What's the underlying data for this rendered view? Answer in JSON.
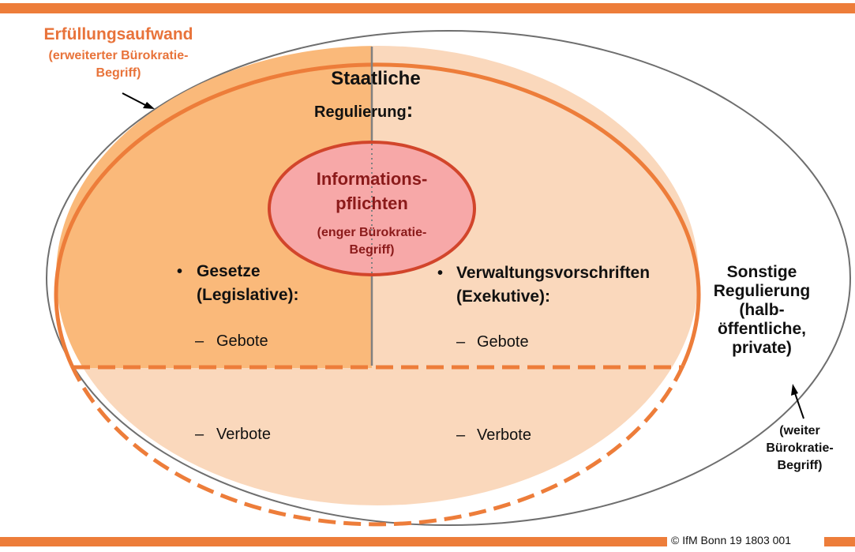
{
  "colors": {
    "accent_orange": "#ED7D3A",
    "legislative_fill": "#FAB97A",
    "executive_fill": "#FAD8BC",
    "lower_fill": "#FAD8BC",
    "info_fill": "#F7A8A8",
    "info_stroke": "#D2452B",
    "info_text": "#8B1A1A",
    "divider": "#808080"
  },
  "outer_label": {
    "title": "Erfüllungsaufwand",
    "subtitle_line1": "(erweiterter Bürokratie-",
    "subtitle_line2": "Begriff)"
  },
  "state_label": {
    "line1": "Staatliche",
    "line2": "Regulierung",
    "colon": ":"
  },
  "info_label": {
    "line1": "Informations-",
    "line2": "pflichten",
    "sub1": "(enger Bürokratie-",
    "sub2": "Begriff)"
  },
  "legislative": {
    "bullet": "•",
    "line1": "Gesetze",
    "line2": "(Legislative):",
    "dash1": "–",
    "item1": "Gebote",
    "dash2": "–",
    "item2": "Verbote"
  },
  "executive": {
    "bullet": "•",
    "line1": "Verwaltungsvorschriften",
    "line2": "(Exekutive):",
    "dash1": "–",
    "item1": "Gebote",
    "dash2": "–",
    "item2": "Verbote"
  },
  "other_label": {
    "line1": "Sonstige",
    "line2": "Regulierung",
    "line3": "(halb-",
    "line4": "öffentliche,",
    "line5": "private)"
  },
  "wide_label": {
    "line1": "(weiter",
    "line2": "Bürokratie-",
    "line3": "Begriff)"
  },
  "copyright": "© IfM Bonn 19 1803 001"
}
